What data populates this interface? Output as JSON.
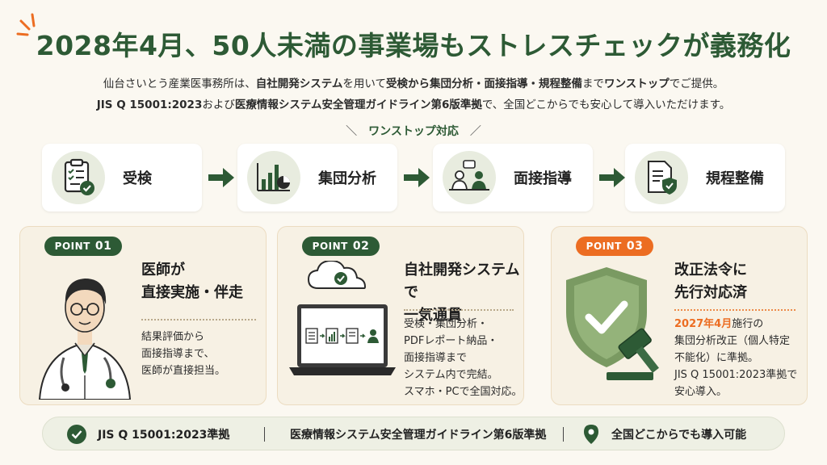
{
  "title": {
    "part1": "2028年4月、50人未満の事業場も",
    "part2": "ストレスチェック",
    "part3": "が義務化"
  },
  "subtitle": {
    "line1_a": "仙台さいとう産業医事務所は、",
    "line1_b": "自社開発システム",
    "line1_c": "を用いて",
    "line1_d": "受検から集団分析・面接指導・規程整備",
    "line1_e": "まで",
    "line1_f": "ワンストップ",
    "line1_g": "でご提供。",
    "line2_a": "JIS Q 15001:2023",
    "line2_b": "および",
    "line2_c": "医療情報システム安全管理ガイドライン第6版準拠",
    "line2_d": "で、全国どこからでも安心して導入いただけます。"
  },
  "onestop": {
    "slash_l": "＼",
    "label": "ワンストップ対応",
    "slash_r": "／"
  },
  "steps": [
    {
      "label": "受検",
      "icon": "clipboard-check-icon"
    },
    {
      "label": "集団分析",
      "icon": "bar-pie-chart-icon"
    },
    {
      "label": "面接指導",
      "icon": "interview-icon"
    },
    {
      "label": "規程整備",
      "icon": "document-shield-icon"
    }
  ],
  "points": [
    {
      "pill": "POINT",
      "num": "01",
      "title_1": "医師が",
      "title_2": "直接実施・伴走",
      "text": [
        "結果評価から",
        "面接指導まで、",
        "医師が直接担当。"
      ]
    },
    {
      "pill": "POINT",
      "num": "02",
      "title_1": "自社開発システムで",
      "title_2": "一気通貫",
      "text": [
        "受検・集団分析・",
        "PDFレポート納品・",
        "面接指導まで",
        "システム内で完結。",
        "スマホ・PCで全国対応。"
      ]
    },
    {
      "pill": "POINT",
      "num": "03",
      "title_1": "改正法令に",
      "title_2": "先行対応済",
      "text_highlight": "2027年4月",
      "text": [
        "施行の",
        "集団分析改正（個人特定",
        "不能化）に準拠。",
        "JIS Q 15001:2023準拠で",
        "安心導入。"
      ]
    }
  ],
  "bottom": {
    "item1": "JIS Q 15001:2023準拠",
    "item2": "医療情報システム安全管理ガイドライン第6版準拠",
    "item3": "全国どこからでも導入可能"
  },
  "colors": {
    "green": "#2d5a35",
    "orange": "#ec6d22",
    "cream": "#f7f1e4",
    "bg": "#fbf8f1"
  }
}
